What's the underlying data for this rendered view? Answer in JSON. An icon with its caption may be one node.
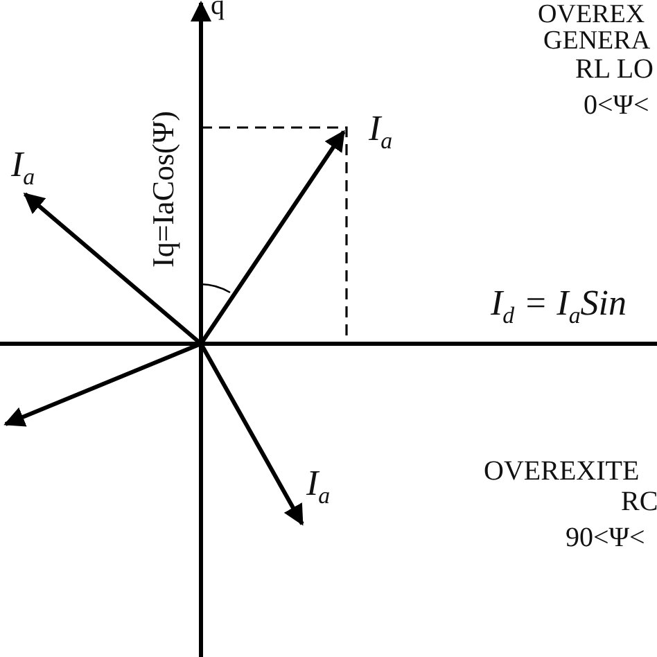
{
  "diagram": {
    "labels": [
      "q",
      "OVEREX",
      "GENERA",
      "RL LO",
      "0<Ψ<",
      "I$_{a}$",
      "Iq=IaCos(Ψ)",
      "I$_{a}$",
      "I$_{d}$ = I$_{a}$Sin",
      "OVEREXITE",
      "RC",
      "90<Ψ<",
      "I$_{a}$"
    ]
  }
}
